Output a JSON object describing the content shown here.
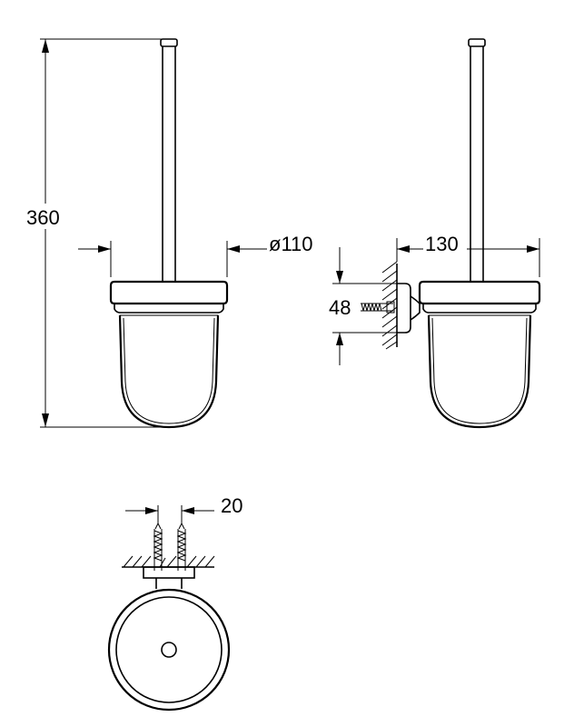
{
  "dimensions": {
    "height": "360",
    "diameter": "ø110",
    "projection": "130",
    "mount_height": "48",
    "screw_spacing": "20"
  },
  "colors": {
    "line": "#000000",
    "background": "#ffffff"
  }
}
